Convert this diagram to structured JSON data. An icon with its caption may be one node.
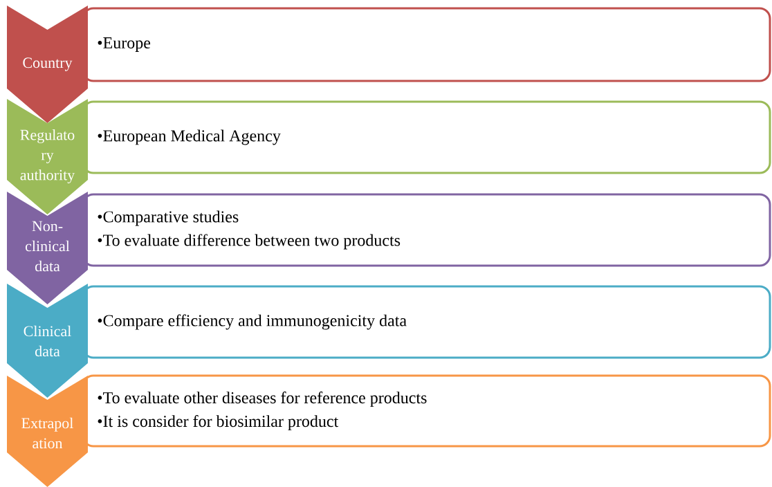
{
  "diagram": {
    "nodes": [
      {
        "text": [
          "Country"
        ]
      },
      {
        "text": [
          "•Europe"
        ]
      },
      {
        "text": [
          "Regulato ry authority"
        ]
      },
      {
        "text": [
          "•European Medical Agency"
        ]
      },
      {
        "text": [
          "Non- clinical data"
        ]
      },
      {
        "text": [
          "•Comparative studies",
          "•To evaluate difference between two products"
        ]
      },
      {
        "text": [
          "Clinical data"
        ]
      },
      {
        "text": [
          "•Compare efficiency and immunogenicity data"
        ]
      },
      {
        "text": [
          "Extrapol ation"
        ]
      },
      {
        "text": [
          "•To evaluate other diseases for reference products",
          "•It is consider for biosimilar product"
        ]
      }
    ]
  }
}
